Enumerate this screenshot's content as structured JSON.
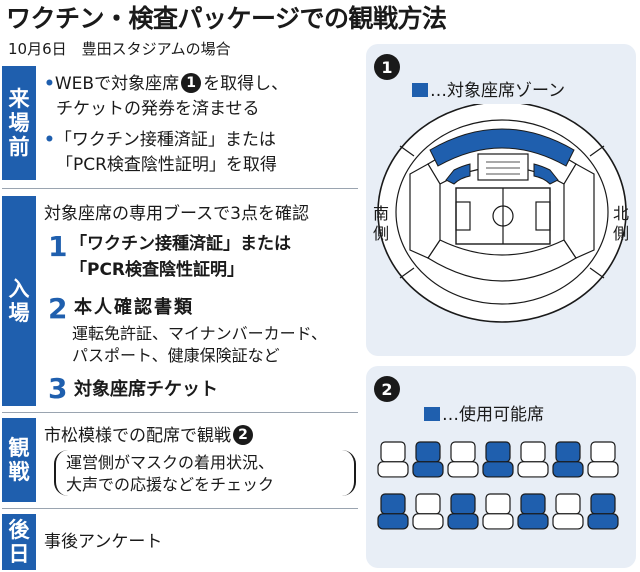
{
  "title": "ワクチン・検査パッケージでの観戦方法",
  "subtitle": "10月6日　豊田スタジアムの場合",
  "sections": {
    "arrival_before": {
      "label_chars": [
        "来",
        "場",
        "前"
      ],
      "bullet1_a": "WEBで対象座席",
      "bullet1_b": "を取得し、",
      "bullet1_c": "チケットの発券を済ませる",
      "bullet2_a": "「ワクチン接種済証」または",
      "bullet2_b": "「PCR検査陰性証明」を取得",
      "bullet_mark": "•"
    },
    "entry": {
      "label_chars": [
        "入",
        "場"
      ],
      "intro": "対象座席の専用ブースで3点を確認",
      "items": [
        {
          "num": "1",
          "line1": "「ワクチン接種済証」または",
          "line2": "「PCR検査陰性証明」"
        },
        {
          "num": "2",
          "line1": "本人確認書類",
          "sub1": "運転免許証、マイナンバーカード、",
          "sub2": "パスポート、健康保険証など"
        },
        {
          "num": "3",
          "line1": "対象座席チケット"
        }
      ]
    },
    "watching": {
      "label_chars": [
        "観",
        "戦"
      ],
      "line1": "市松模様での配席で観戦",
      "note1": "運営側がマスクの着用状況、",
      "note2": "大声での応援などをチェック"
    },
    "after": {
      "label_chars": [
        "後",
        "日"
      ],
      "line1": "事後アンケート"
    }
  },
  "badges": {
    "one": "1",
    "two": "2"
  },
  "panel1": {
    "badge": "1",
    "legend": "…対象座席ゾーン",
    "south": [
      "南",
      "側"
    ],
    "north": [
      "北",
      "側"
    ]
  },
  "panel2": {
    "badge": "2",
    "legend": "…使用可能席",
    "row1_available": [
      false,
      true,
      false,
      true,
      false,
      true,
      false
    ],
    "row2_available": [
      true,
      false,
      true,
      false,
      true,
      false,
      true
    ]
  },
  "colors": {
    "accent": "#1f5fae",
    "panel_bg": "#e8eef6",
    "seat_empty": "#ffffff"
  }
}
